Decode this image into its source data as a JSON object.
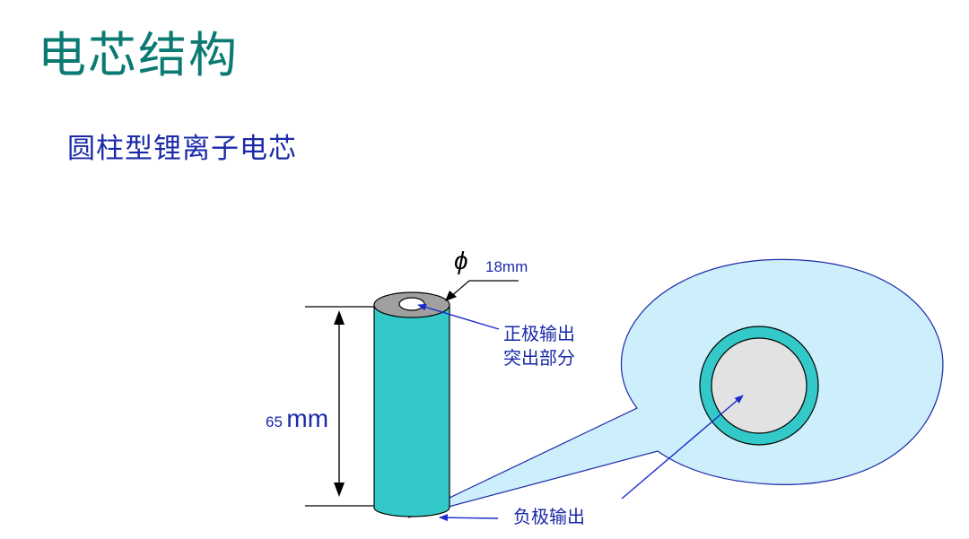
{
  "slide": {
    "title": "电芯结构",
    "subtitle": "圆柱型锂离子电芯"
  },
  "diagram": {
    "diameter_symbol": "ϕ",
    "diameter_label": "18mm",
    "height_label_num": "65",
    "height_label_unit": "mm",
    "positive_label_line1": "正极输出",
    "positive_label_line2": "突出部分",
    "negative_label": "负极输出",
    "colors": {
      "cell_body": "#33c9c9",
      "cap_gray": "#a0a0a0",
      "callout_fill": "#cdeefb",
      "callout_stroke": "#1a2aa8",
      "inner_disc": "#e2e2e2",
      "arrow_blue": "#1a2acc",
      "title_green": "#0a7a72"
    }
  }
}
